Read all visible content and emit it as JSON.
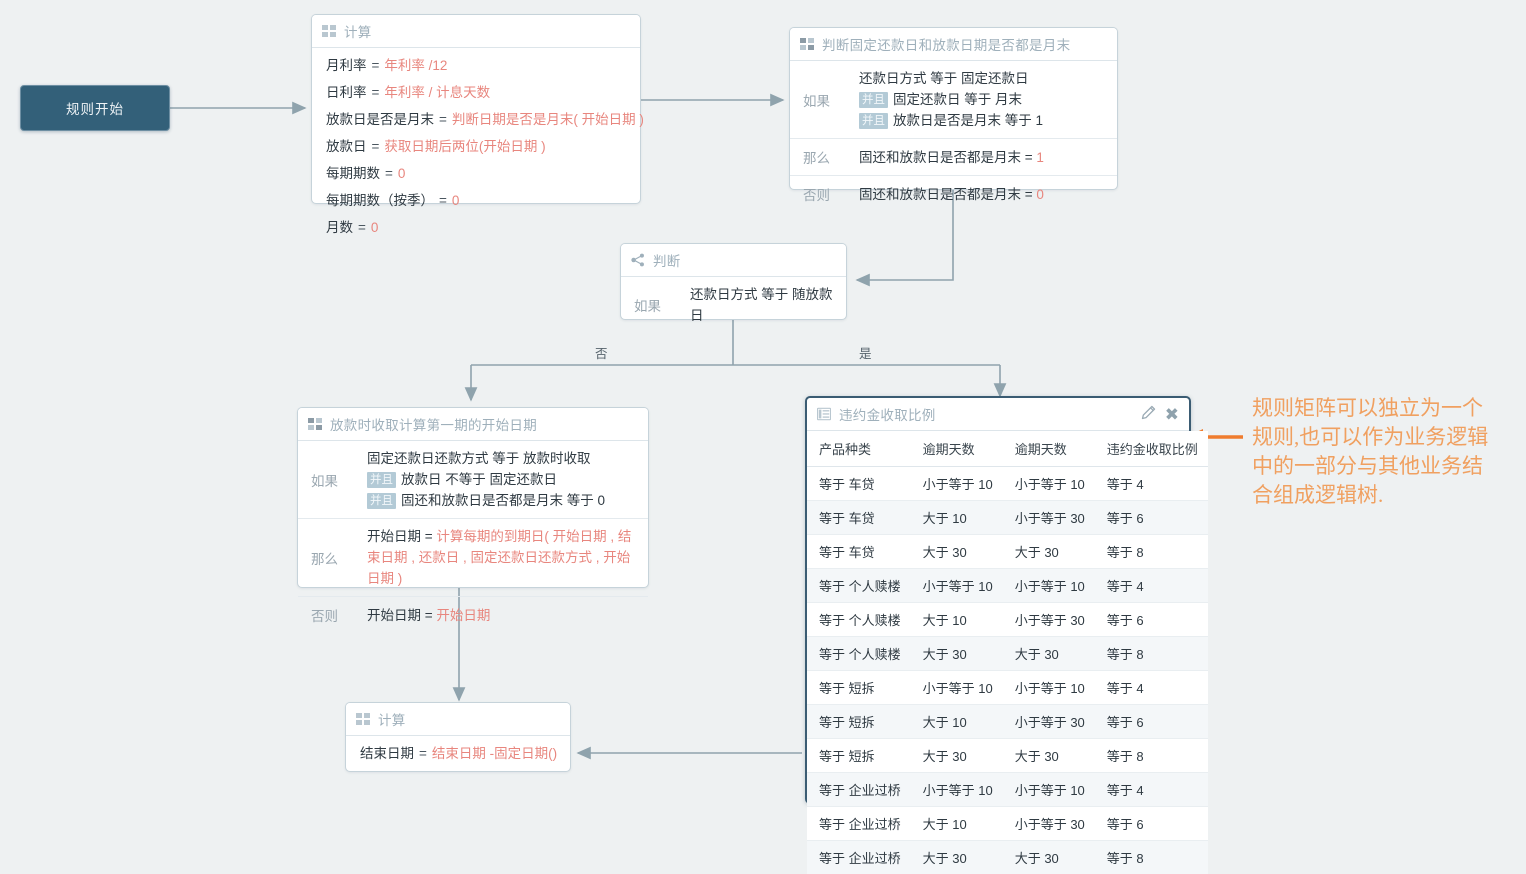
{
  "start": {
    "label": "规则开始"
  },
  "nodes": {
    "calc1": {
      "title": "计算",
      "icon": "grid-icon",
      "rows": [
        {
          "target": "月利率",
          "value": "年利率 /12"
        },
        {
          "target": "日利率",
          "value": "年利率 / 计息天数"
        },
        {
          "target": "放款日是否是月末",
          "value": "判断日期是否是月末( 开始日期 )"
        },
        {
          "target": "放款日",
          "value": "获取日期后两位(开始日期 )"
        },
        {
          "target": "每期期数",
          "value": "0"
        },
        {
          "target": "每期期数（按季）",
          "value": "0"
        },
        {
          "target": "月数",
          "value": "0"
        }
      ]
    },
    "cond1": {
      "title": "判断固定还款日和放款日期是否都是月末",
      "icon": "grid-icon",
      "if_label": "如果",
      "then_label": "那么",
      "else_label": "否则",
      "if_lines": [
        {
          "and": "",
          "text": "还款日方式  等于  固定还款日"
        },
        {
          "and": "并且",
          "text": "固定还款日  等于  月末"
        },
        {
          "and": "并且",
          "text": "放款日是否是月末  等于  1"
        }
      ],
      "then_target": "固还和放款日是否都是月末",
      "then_value": "1",
      "else_target": "固还和放款日是否都是月末",
      "else_value": "0"
    },
    "decision": {
      "title": "判断",
      "icon": "branch-icon",
      "if_label": "如果",
      "if_text": "还款日方式  等于  随放款日"
    },
    "cond2": {
      "title": "放款时收取计算第一期的开始日期",
      "icon": "grid-icon",
      "if_label": "如果",
      "then_label": "那么",
      "else_label": "否则",
      "if_lines": [
        {
          "and": "",
          "text": "固定还款日还款方式  等于  放款时收取"
        },
        {
          "and": "并且",
          "text": "放款日  不等于  固定还款日"
        },
        {
          "and": "并且",
          "text": "固还和放款日是否都是月末  等于  0"
        }
      ],
      "then_target": "开始日期",
      "then_value": "计算每期的到期日( 开始日期 , 结束日期 , 还款日 , 固定还款日还款方式 , 开始日期 )",
      "else_target": "开始日期",
      "else_value": "开始日期"
    },
    "calc2": {
      "title": "计算",
      "icon": "grid-icon",
      "rows": [
        {
          "target": "结束日期",
          "value": "结束日期 -固定日期()"
        }
      ]
    },
    "matrix": {
      "title": "违约金收取比例",
      "icon": "table-icon",
      "edit_icon": "pencil-icon",
      "close_icon": "close-icon",
      "columns": [
        "产品种类",
        "逾期天数",
        "逾期天数",
        "违约金收取比例"
      ],
      "rows": [
        [
          "等于 车贷",
          "小于等于 10",
          "小于等于 10",
          "等于 4"
        ],
        [
          "等于 车贷",
          "大于 10",
          "小于等于 30",
          "等于 6"
        ],
        [
          "等于 车贷",
          "大于 30",
          "大于 30",
          "等于 8"
        ],
        [
          "等于 个人赎楼",
          "小于等于 10",
          "小于等于 10",
          "等于 4"
        ],
        [
          "等于 个人赎楼",
          "大于 10",
          "小于等于 30",
          "等于 6"
        ],
        [
          "等于 个人赎楼",
          "大于 30",
          "大于 30",
          "等于 8"
        ],
        [
          "等于 短拆",
          "小于等于 10",
          "小于等于 10",
          "等于 4"
        ],
        [
          "等于 短拆",
          "大于 10",
          "小于等于 30",
          "等于 6"
        ],
        [
          "等于 短拆",
          "大于 30",
          "大于 30",
          "等于 8"
        ],
        [
          "等于 企业过桥",
          "小于等于 10",
          "小于等于 10",
          "等于 4"
        ],
        [
          "等于 企业过桥",
          "大于 10",
          "小于等于 30",
          "等于 6"
        ],
        [
          "等于 企业过桥",
          "大于 30",
          "大于 30",
          "等于 8"
        ]
      ]
    }
  },
  "edges": {
    "no_label": "否",
    "yes_label": "是"
  },
  "annotation": {
    "text": "规则矩阵可以独立为一个规则,也可以作为业务逻辑中的一部分与其他业务结合组成逻辑树.",
    "color": "#f0a060",
    "arrow": "left-arrow-icon"
  },
  "colors": {
    "background": "#eef1f2",
    "start_fill": "#336079",
    "edge": "#8fa3ad",
    "value_text": "#e8867e",
    "annotation": "#f0a060",
    "selected_border": "#3b5c73"
  }
}
